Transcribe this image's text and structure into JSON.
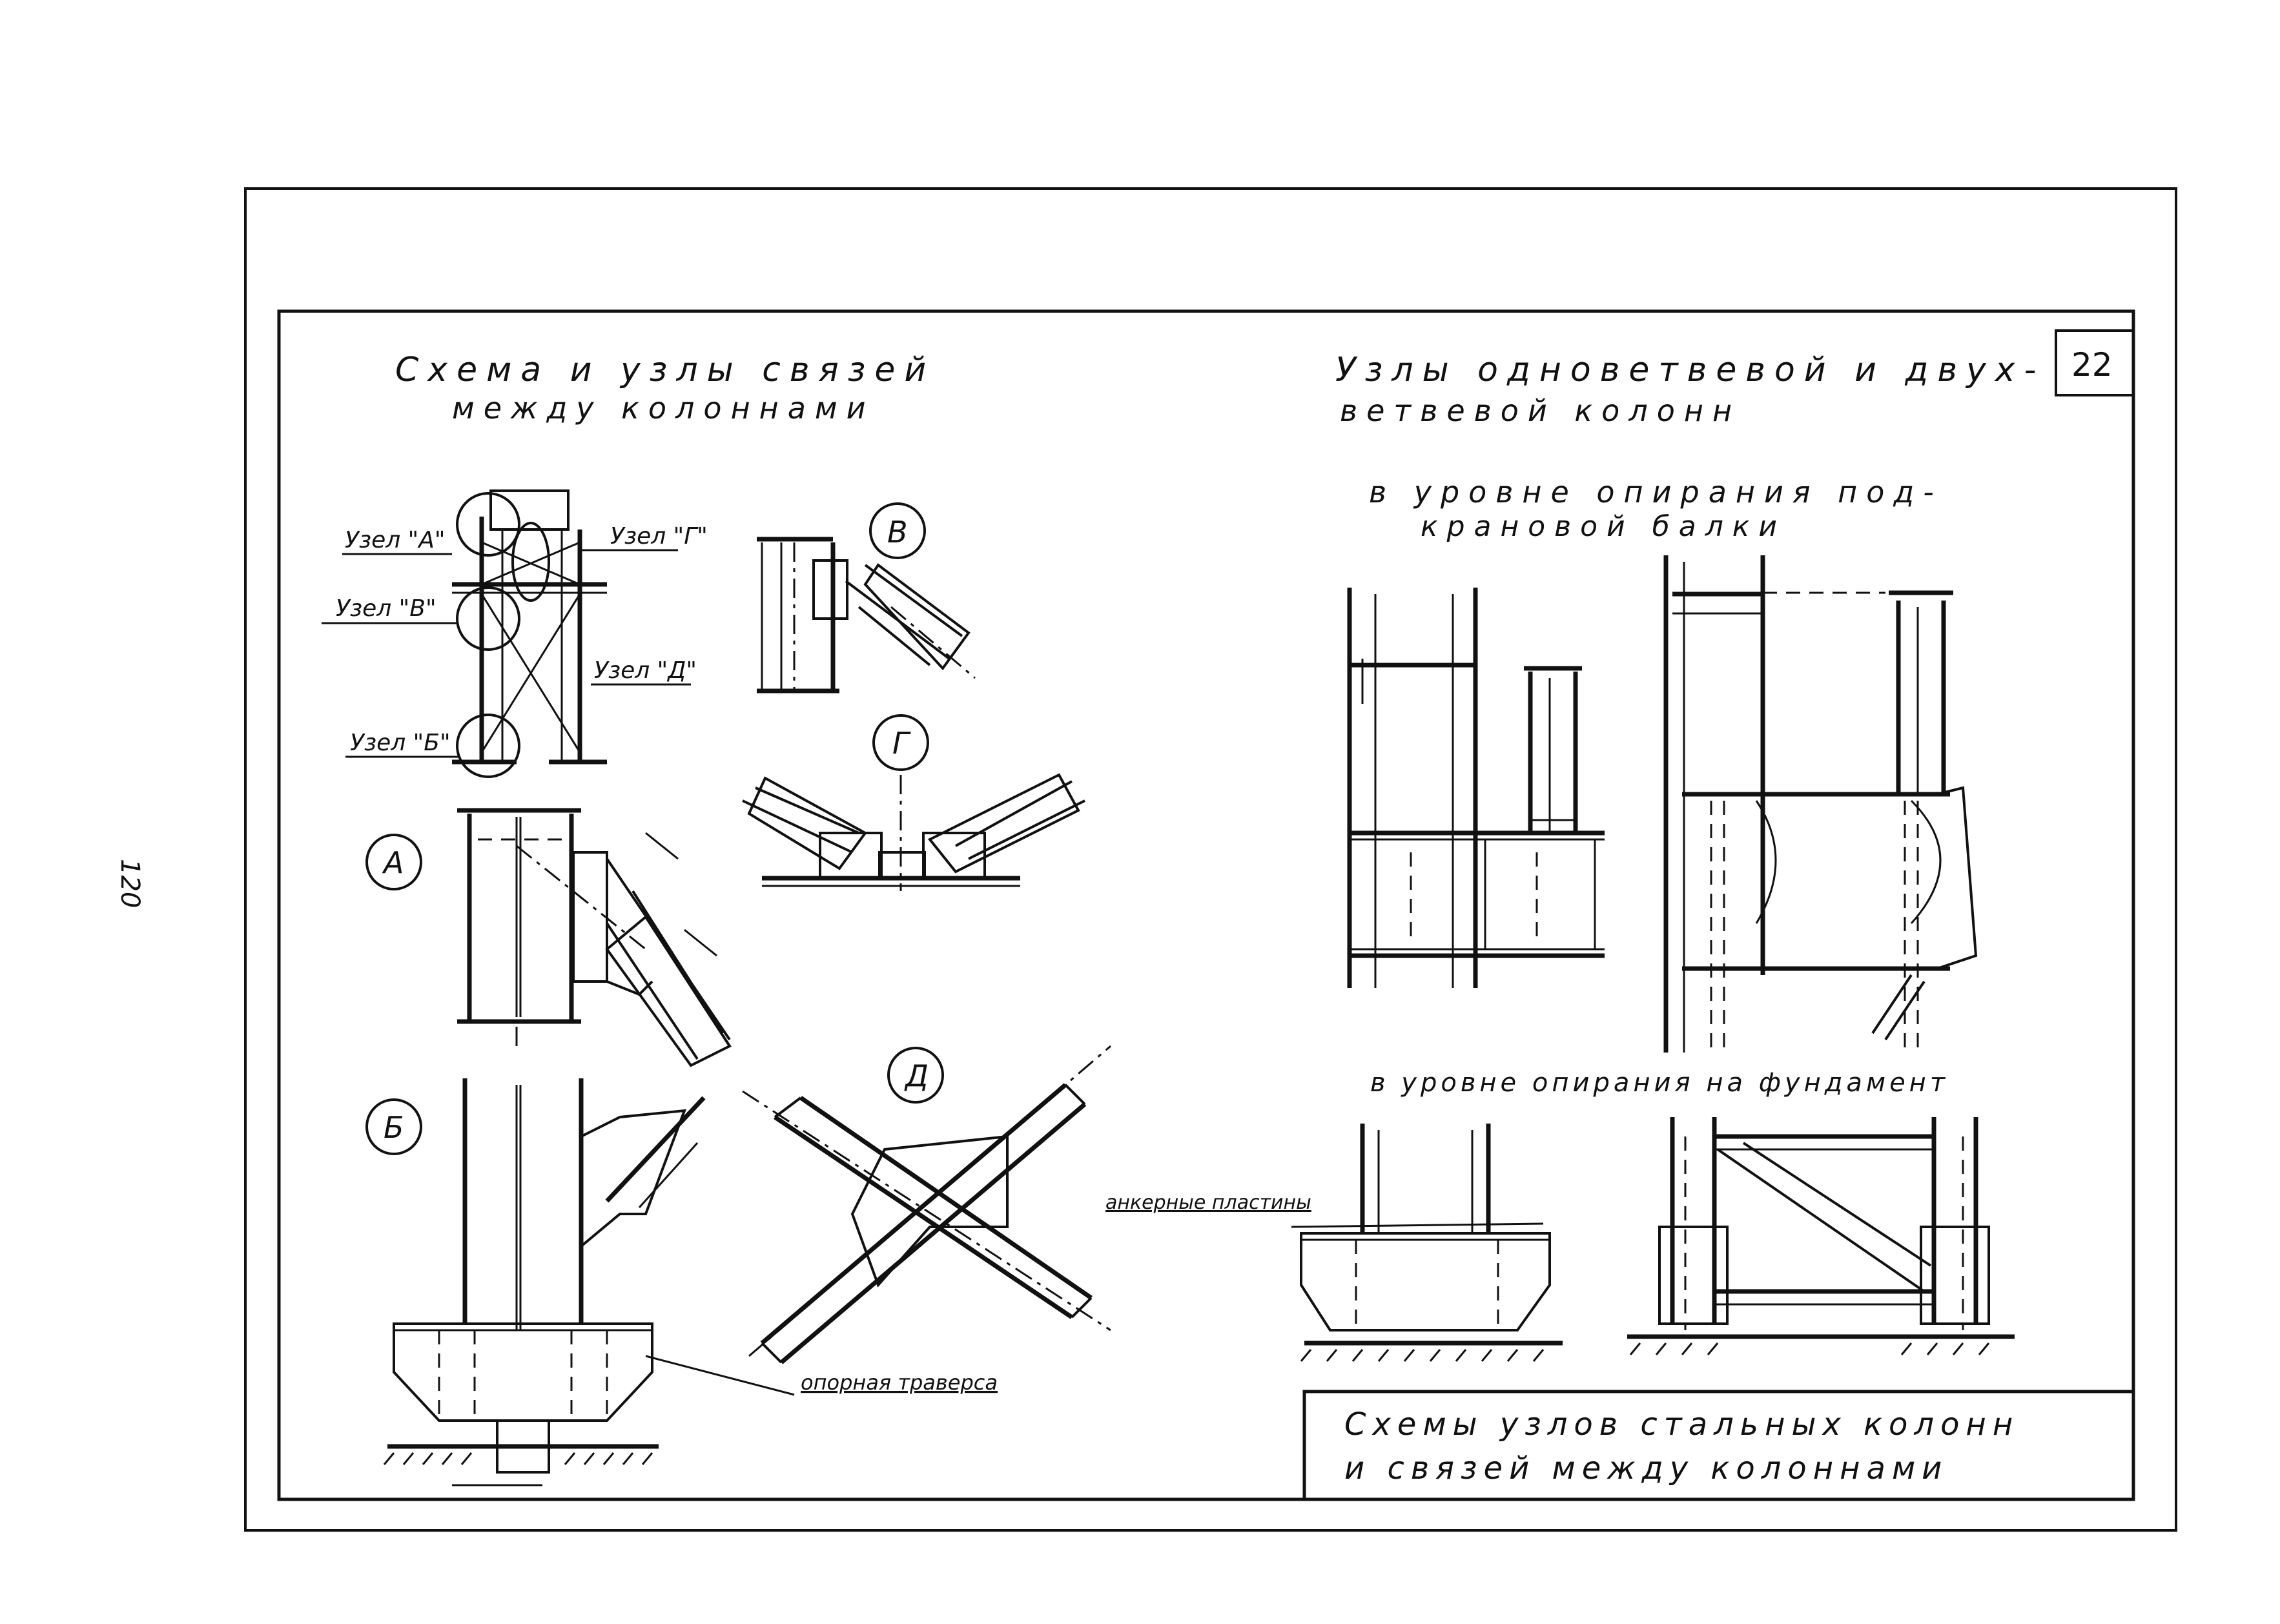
{
  "page_number": "120",
  "sheet_number": "22",
  "left_title": {
    "line1": "Схема и узлы связей",
    "line2": "между колоннами"
  },
  "right_title": {
    "line1": "Узлы одноветвевой и двух-",
    "line2": "ветвевой колонн"
  },
  "subtitle_crane": {
    "line1": "в уровне опирания под-",
    "line2": "крановой балки"
  },
  "subtitle_foundation": "в уровне опирания на фундамент",
  "scheme_labels": {
    "node_a": "Узел \"А\"",
    "node_g": "Узел \"Г\"",
    "node_v": "Узел \"В\"",
    "node_d": "Узел \"Д\"",
    "node_b": "Узел \"Б\""
  },
  "detail_markers": {
    "a": "А",
    "b": "Б",
    "v": "В",
    "g": "Г",
    "d": "Д"
  },
  "annotations": {
    "support_traverse": "опорная траверса",
    "anchor_plates": "анкерные пластины"
  },
  "title_block": {
    "line1": "Схемы узлов стальных колонн",
    "line2": "и связей между колоннами"
  }
}
